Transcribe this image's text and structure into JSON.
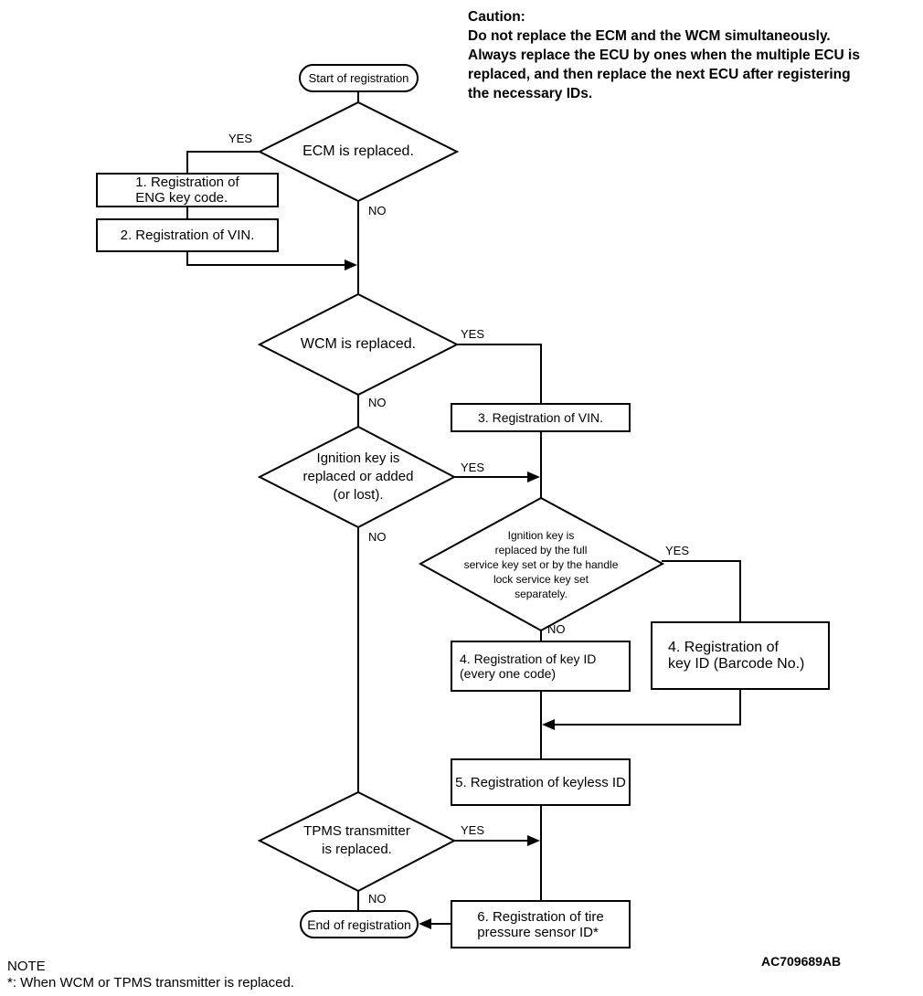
{
  "caution": {
    "title": "Caution:",
    "lines": [
      "Do not replace the ECM and the WCM simultaneously.",
      "Always replace the ECU by ones when the multiple ECU is",
      "replaced, and then replace the next ECU after registering",
      "the necessary IDs."
    ]
  },
  "flowchart": {
    "start_label": "Start of registration",
    "end_label": "End of registration",
    "decisions": [
      {
        "lines": [
          "ECM is replaced."
        ],
        "yes": "YES",
        "no": "NO"
      },
      {
        "lines": [
          "WCM is replaced."
        ],
        "yes": "YES",
        "no": "NO"
      },
      {
        "lines": [
          "Ignition key is",
          "replaced or added",
          "(or lost)."
        ],
        "yes": "YES",
        "no": "NO"
      },
      {
        "lines": [
          "Ignition key is",
          "replaced by the full",
          "service key set or by the handle",
          "lock service key set",
          "separately."
        ],
        "yes": "YES",
        "no": "NO"
      },
      {
        "lines": [
          "TPMS transmitter",
          "is replaced."
        ],
        "yes": "YES",
        "no": "NO"
      }
    ],
    "processes": [
      {
        "lines": [
          "1. Registration of",
          "ENG key code."
        ]
      },
      {
        "lines": [
          "2. Registration of VIN."
        ]
      },
      {
        "lines": [
          "3. Registration of VIN."
        ]
      },
      {
        "lines": [
          "4. Registration of key ID",
          "(every one code)"
        ]
      },
      {
        "lines": [
          "4. Registration of",
          "key ID (Barcode No.)"
        ]
      },
      {
        "lines": [
          "5. Registration of keyless ID"
        ]
      },
      {
        "lines": [
          "6. Registration of tire",
          "pressure sensor ID*"
        ]
      }
    ]
  },
  "note": {
    "title": "NOTE",
    "text": "*: When WCM or TPMS transmitter is replaced."
  },
  "figure_code": "AC709689AB",
  "colors": {
    "line": "#000000",
    "background": "#ffffff",
    "text": "#000000"
  }
}
